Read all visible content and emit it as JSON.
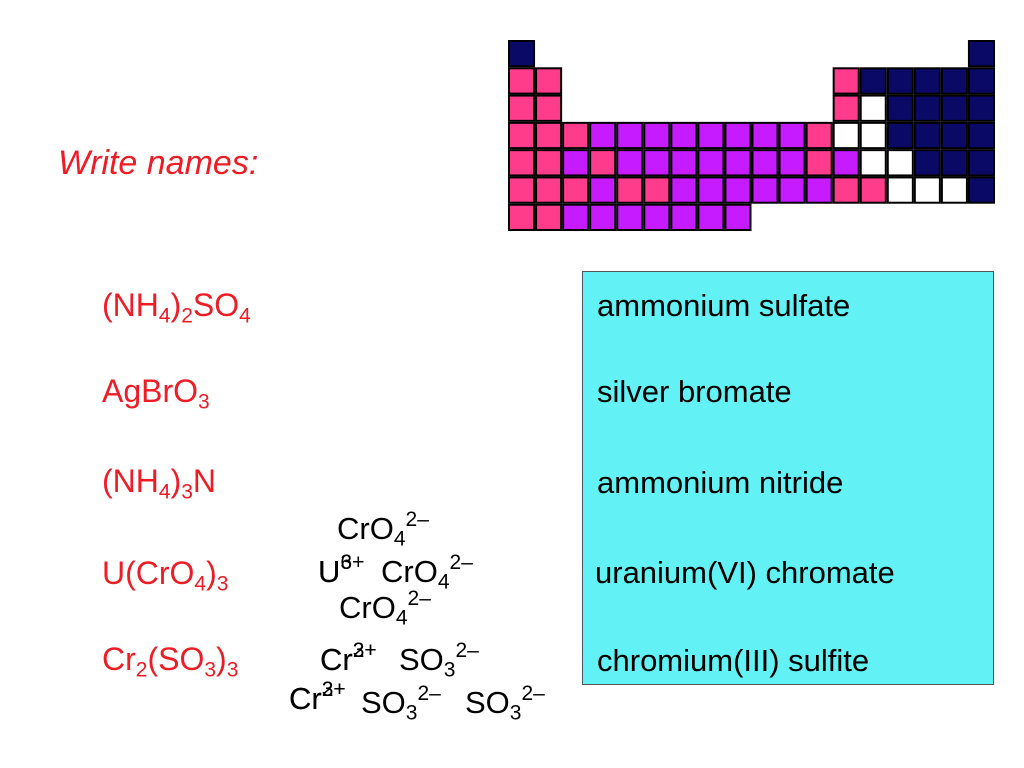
{
  "heading": "Write names:",
  "colors": {
    "red_text": "#ee1c24",
    "answer_box": "#62f1f4",
    "table_navy": "#0a0a66",
    "table_pink": "#ff3c8c",
    "table_violet": "#c61aff",
    "table_white": "#ffffff"
  },
  "periodic_table": {
    "grid_cols": 18,
    "grid_rows_shown": 7,
    "rows": [
      "N................N",
      "PP..........PNNNNN",
      "PP..........PWNNNN",
      "PPPVVVVVVVVPWWNNNN",
      "PPVPVVVVVVVPVWWNNN",
      "PPPVPPVVVVVVPPWWWN",
      "PPVVVVVVV........."
    ]
  },
  "formulas": [
    {
      "parts": [
        [
          "t",
          "(NH"
        ],
        [
          "sub",
          "4"
        ],
        [
          "t",
          ")"
        ],
        [
          "sub",
          "2"
        ],
        [
          "t",
          "SO"
        ],
        [
          "sub",
          "4"
        ]
      ]
    },
    {
      "parts": [
        [
          "t",
          "AgBrO"
        ],
        [
          "sub",
          "3"
        ]
      ]
    },
    {
      "parts": [
        [
          "t",
          "(NH"
        ],
        [
          "sub",
          "4"
        ],
        [
          "t",
          ")"
        ],
        [
          "sub",
          "3"
        ],
        [
          "t",
          "N"
        ]
      ]
    },
    {
      "parts": [
        [
          "t",
          "U(CrO"
        ],
        [
          "sub",
          "4"
        ],
        [
          "t",
          ")"
        ],
        [
          "sub",
          "3"
        ]
      ]
    },
    {
      "parts": [
        [
          "t",
          "Cr"
        ],
        [
          "sub",
          "2"
        ],
        [
          "t",
          "(SO"
        ],
        [
          "sub",
          "3"
        ],
        [
          "t",
          ")"
        ],
        [
          "sub",
          "3"
        ]
      ]
    }
  ],
  "ions": {
    "u_chromate_top": [
      [
        "t",
        "CrO"
      ],
      [
        "sub",
        "4"
      ],
      [
        "sup",
        "2–"
      ]
    ],
    "u_cation_a": [
      [
        "t",
        "U"
      ],
      [
        "sup",
        "6+"
      ]
    ],
    "u_cation_b": [
      [
        "t",
        "U"
      ],
      [
        "sup",
        "3+"
      ]
    ],
    "u_chromate_mid": [
      [
        "t",
        "CrO"
      ],
      [
        "sub",
        "4"
      ],
      [
        "sup",
        "2–"
      ]
    ],
    "u_chromate_bottom": [
      [
        "t",
        "CrO"
      ],
      [
        "sub",
        "4"
      ],
      [
        "sup",
        "2–"
      ]
    ],
    "cr_cation_top_a": [
      [
        "t",
        "Cr"
      ],
      [
        "sup",
        "3+"
      ]
    ],
    "cr_cation_top_b": [
      [
        "t",
        "Cr"
      ],
      [
        "sup",
        "2+"
      ]
    ],
    "cr_sulfite_top": [
      [
        "t",
        "SO"
      ],
      [
        "sub",
        "3"
      ],
      [
        "sup",
        "2–"
      ]
    ],
    "cr_cation_bottom_a": [
      [
        "t",
        "Cr"
      ],
      [
        "sup",
        "3+"
      ]
    ],
    "cr_cation_bottom_b": [
      [
        "t",
        "Cr"
      ],
      [
        "sup",
        "2+"
      ]
    ],
    "cr_sulfite_bottom_1": [
      [
        "t",
        "SO"
      ],
      [
        "sub",
        "3"
      ],
      [
        "sup",
        "2–"
      ]
    ],
    "cr_sulfite_bottom_2": [
      [
        "t",
        "SO"
      ],
      [
        "sub",
        "3"
      ],
      [
        "sup",
        "2–"
      ]
    ]
  },
  "answers": [
    "ammonium sulfate",
    "silver bromate",
    "ammonium nitride",
    "uranium(VI) chromate",
    "chromium(III) sulfite"
  ]
}
